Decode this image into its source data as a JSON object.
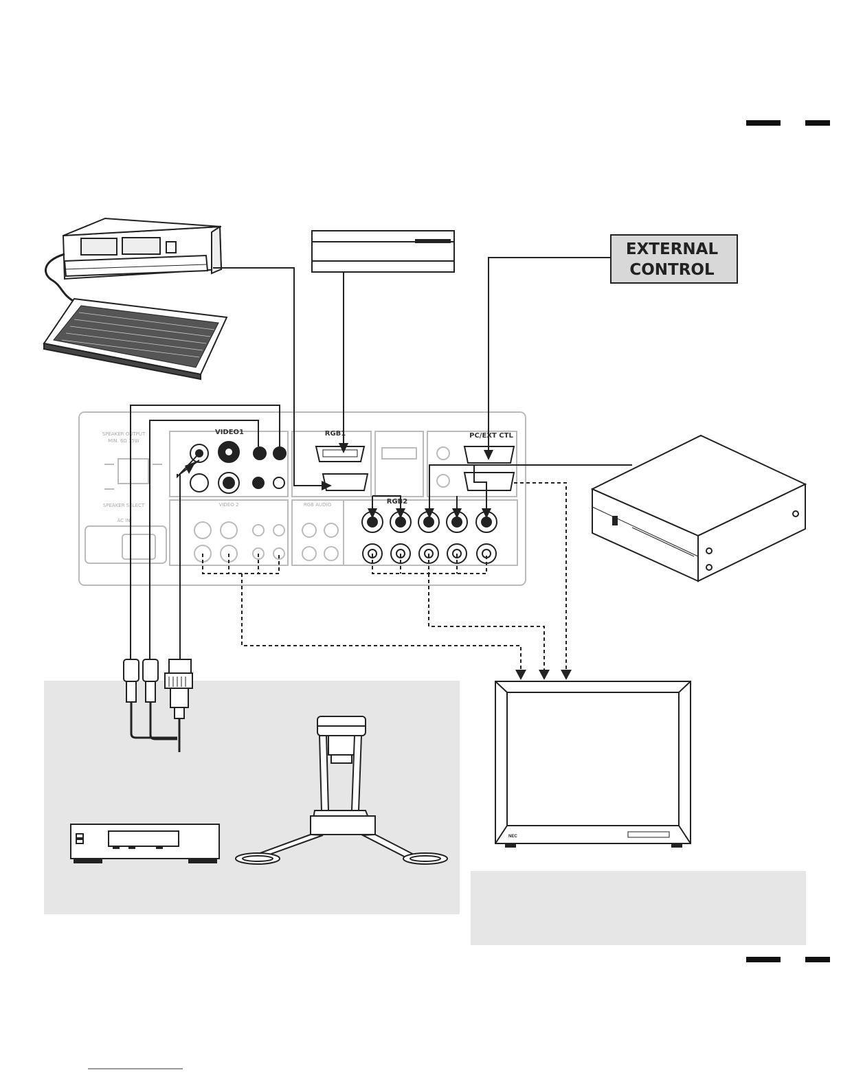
{
  "external_control": {
    "line1": "EXTERNAL",
    "line2": "CONTROL"
  },
  "panel_labels": {
    "video1": "VIDEO1",
    "rgb1": "RGB1",
    "rgb2": "RGB2",
    "pc_ext_ctl": "PC/EXT CTL",
    "video2": "VIDEO 2",
    "rgb_audio": "RGB AUDIO",
    "ac_in": "AC IN"
  },
  "monitor": {
    "brand": "NEC"
  },
  "colors": {
    "line": "#222222",
    "panel_faded": "#bbbbbb",
    "shade_box": "#e6e6e6",
    "ext_box_fill": "#d8d8d8"
  }
}
